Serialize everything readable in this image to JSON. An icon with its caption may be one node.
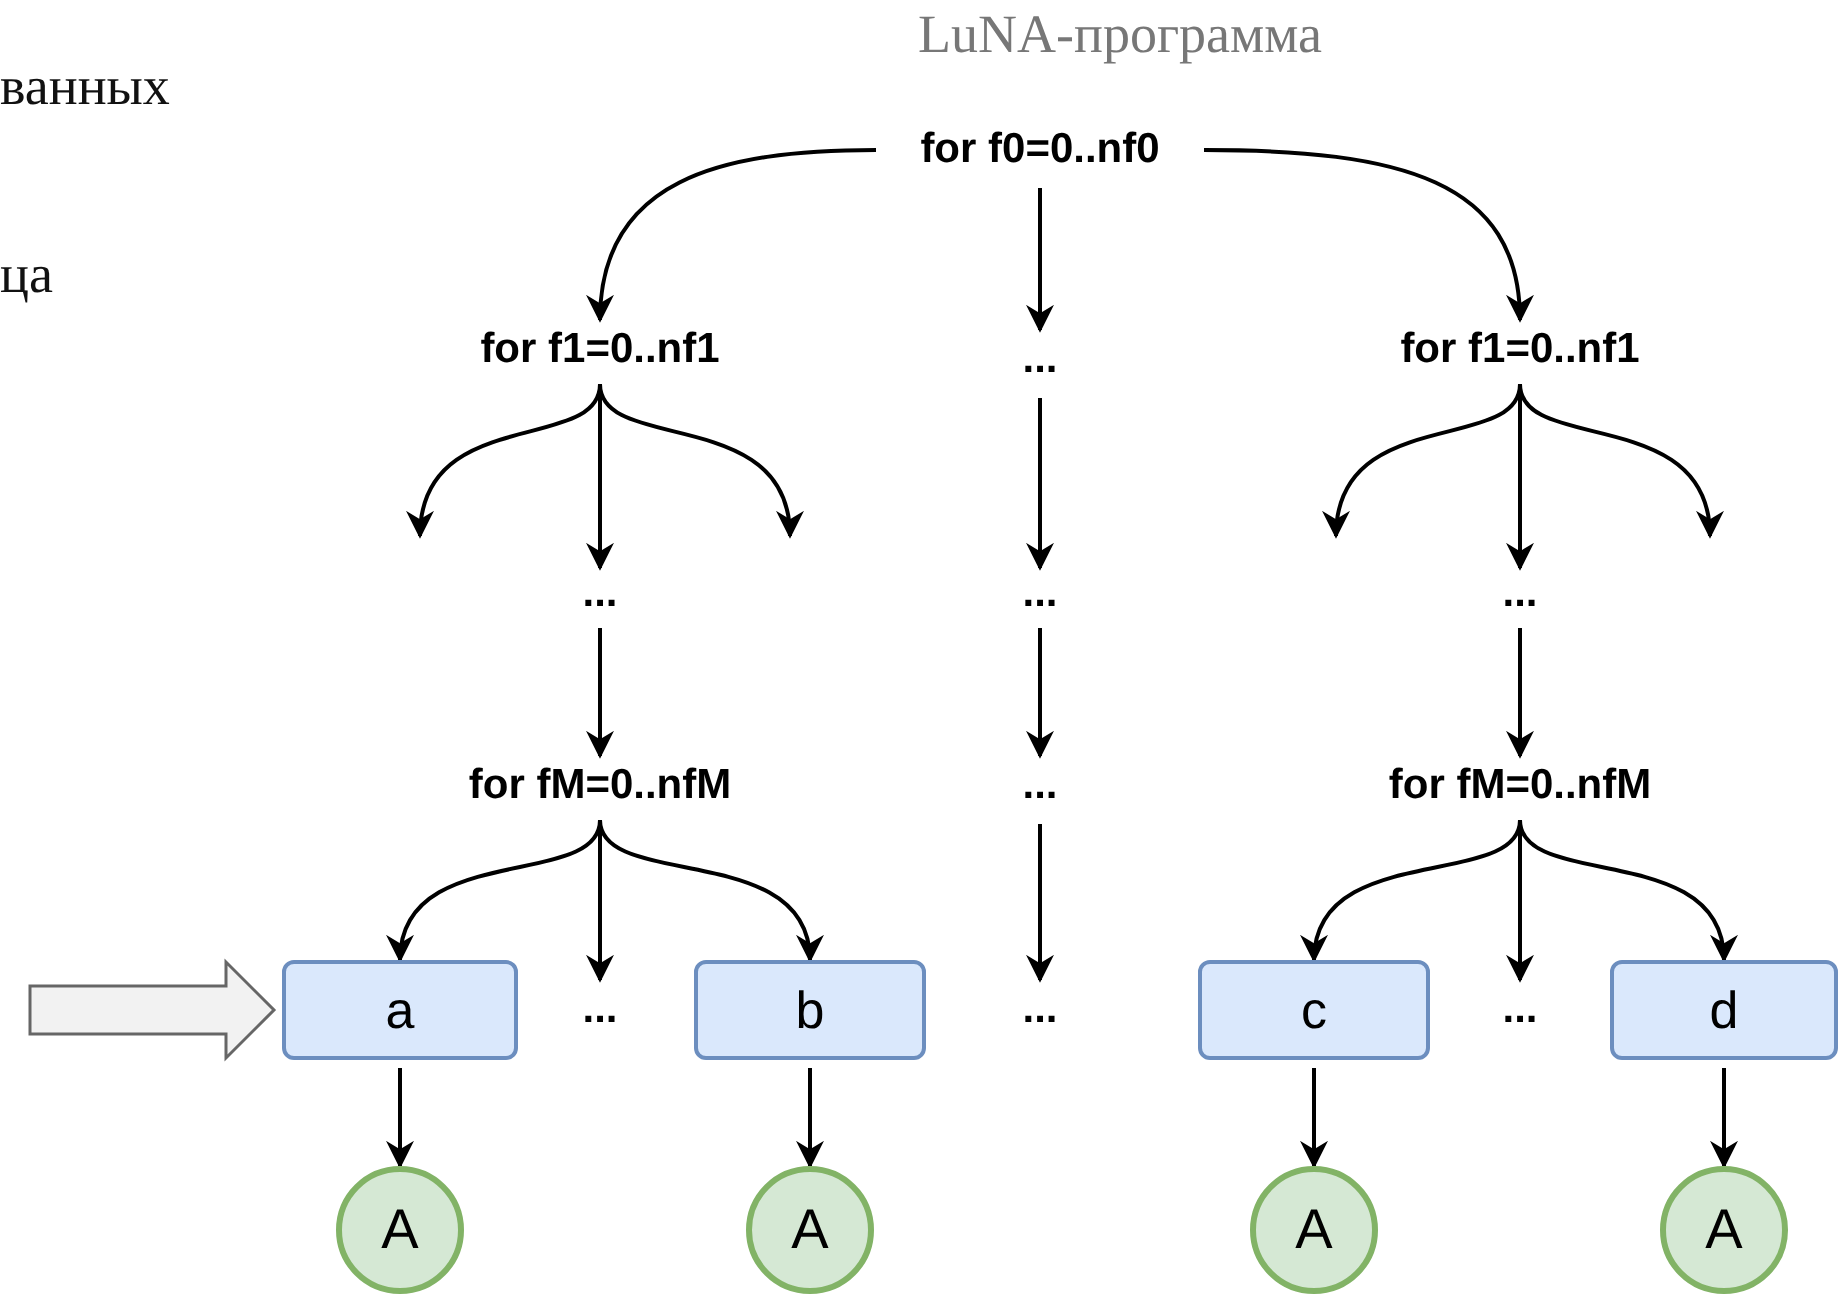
{
  "diagram": {
    "title": "LuNA-программа",
    "nodes": [
      {
        "text": [
          "for f0=0..nf0"
        ]
      },
      {
        "text": [
          "for f1=0..nf1"
        ]
      },
      {
        "text": [
          "..."
        ]
      },
      {
        "text": [
          "for f1=0..nf1"
        ]
      },
      {
        "text": [
          "..."
        ]
      },
      {
        "text": [
          "..."
        ]
      },
      {
        "text": [
          "..."
        ]
      },
      {
        "text": [
          "for fM=0..nfM"
        ]
      },
      {
        "text": [
          "..."
        ]
      },
      {
        "text": [
          "for fM=0..nfM"
        ]
      },
      {
        "text": [
          "a"
        ]
      },
      {
        "text": [
          "..."
        ]
      },
      {
        "text": [
          "b"
        ]
      },
      {
        "text": [
          "..."
        ]
      },
      {
        "text": [
          "c"
        ]
      },
      {
        "text": [
          "..."
        ]
      },
      {
        "text": [
          "d"
        ]
      },
      {
        "text": [
          "A"
        ]
      },
      {
        "text": [
          "A"
        ]
      },
      {
        "text": [
          "A"
        ]
      },
      {
        "text": [
          "A"
        ]
      }
    ],
    "edges": [
      {
        "from": 0,
        "to": 1,
        "arrow": "to"
      },
      {
        "from": 0,
        "to": 2,
        "arrow": "to"
      },
      {
        "from": 0,
        "to": 3,
        "arrow": "to"
      },
      {
        "from": 1,
        "to": null,
        "arrow": "to"
      },
      {
        "from": 1,
        "to": 4,
        "arrow": "to"
      },
      {
        "from": 1,
        "to": null,
        "arrow": "to"
      },
      {
        "from": 2,
        "to": 5,
        "arrow": "to"
      },
      {
        "from": 3,
        "to": null,
        "arrow": "to"
      },
      {
        "from": 3,
        "to": 6,
        "arrow": "to"
      },
      {
        "from": 3,
        "to": null,
        "arrow": "to"
      },
      {
        "from": 4,
        "to": 7,
        "arrow": "to"
      },
      {
        "from": 5,
        "to": 8,
        "arrow": "to"
      },
      {
        "from": 6,
        "to": 9,
        "arrow": "to"
      },
      {
        "from": 7,
        "to": 10,
        "arrow": "to"
      },
      {
        "from": 7,
        "to": 11,
        "arrow": "to"
      },
      {
        "from": 7,
        "to": 12,
        "arrow": "to"
      },
      {
        "from": 8,
        "to": 13,
        "arrow": "to"
      },
      {
        "from": 9,
        "to": 14,
        "arrow": "to"
      },
      {
        "from": 9,
        "to": 15,
        "arrow": "to"
      },
      {
        "from": 9,
        "to": 16,
        "arrow": "to"
      },
      {
        "from": 10,
        "to": 17,
        "arrow": "to"
      },
      {
        "from": 12,
        "to": 18,
        "arrow": "to"
      },
      {
        "from": 14,
        "to": 19,
        "arrow": "to"
      },
      {
        "from": 16,
        "to": 20,
        "arrow": "to"
      },
      {
        "from": null,
        "to": 10,
        "arrow": "to",
        "style": "thick"
      }
    ],
    "labels": [
      "ванных",
      "ца"
    ]
  }
}
